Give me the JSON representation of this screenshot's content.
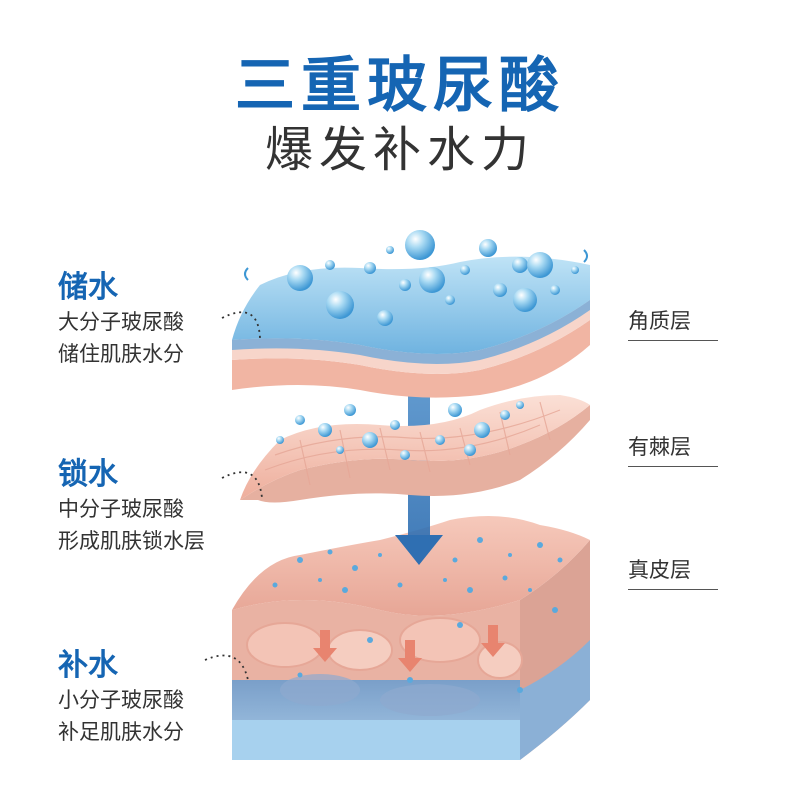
{
  "header": {
    "title": "三重玻尿酸",
    "subtitle": "爆发补水力"
  },
  "annotations": [
    {
      "heading": "储水",
      "line1": "大分子玻尿酸",
      "line2": "储住肌肤水分"
    },
    {
      "heading": "锁水",
      "line1": "中分子玻尿酸",
      "line2": "形成肌肤锁水层"
    },
    {
      "heading": "补水",
      "line1": "小分子玻尿酸",
      "line2": "补足肌肤水分"
    }
  ],
  "layer_labels": [
    "角质层",
    "有棘层",
    "真皮层"
  ],
  "colors": {
    "accent": "#1565b3",
    "text": "#333333",
    "water": "#7ec4ea",
    "skin": "#f3c3b3"
  }
}
